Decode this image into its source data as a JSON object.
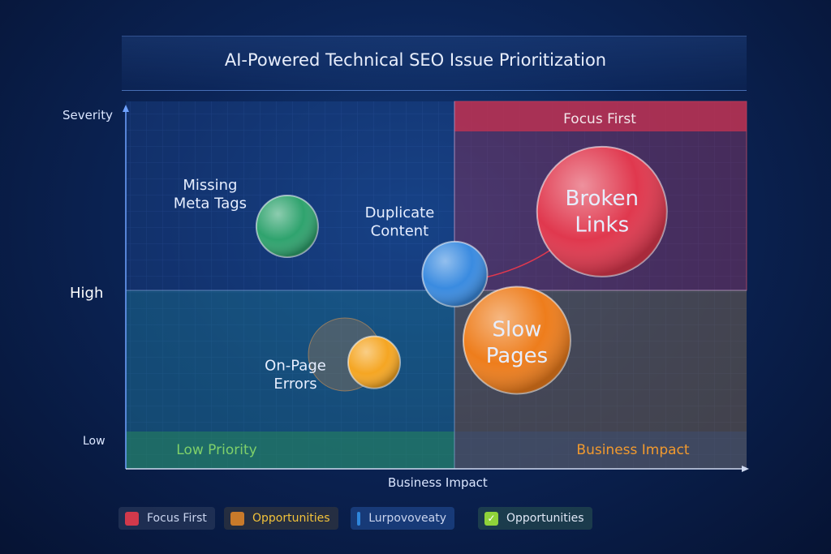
{
  "title": "AI-Powered Technical SEO Issue Prioritization",
  "chart_data": {
    "type": "scatter",
    "title": "AI-Powered Technical SEO Issue Prioritization",
    "xlabel": "Business Impact",
    "ylabel": "Severity",
    "y_tick_labels": [
      "High",
      "Low"
    ],
    "xlim": [
      0,
      100
    ],
    "ylim": [
      0,
      100
    ],
    "quadrants": [
      {
        "name": "Focus First",
        "position": "top-right",
        "color": "#b8304a"
      },
      {
        "name": "Low Priority",
        "position": "bottom-left",
        "color": "#2e8f6a"
      },
      {
        "name": "Business Impact",
        "position": "bottom-right",
        "color": "#c9741f"
      }
    ],
    "points": [
      {
        "label": "Missing Meta Tags",
        "lines": [
          "Missing",
          "Meta Tags"
        ],
        "x": 26,
        "y": 66,
        "size": 38,
        "color": "#2fa36e"
      },
      {
        "label": "Duplicate Content",
        "lines": [
          "Duplicate",
          "Content"
        ],
        "x": 53,
        "y": 53,
        "size": 40,
        "color": "#3a8be0"
      },
      {
        "label": "Broken Links",
        "lines": [
          "Broken",
          "Links"
        ],
        "x": 76.7,
        "y": 70,
        "size": 80,
        "color": "#e0384e"
      },
      {
        "label": "Slow Pages",
        "lines": [
          "Slow",
          "Pages"
        ],
        "x": 63,
        "y": 35,
        "size": 66,
        "color": "#ee7d1c"
      },
      {
        "label": "On-Page Errors",
        "lines": [
          "On-Page",
          "Errors"
        ],
        "x": 40,
        "y": 29,
        "size": 32,
        "color": "#f5a623"
      }
    ]
  },
  "legend": [
    {
      "label": "Focus First",
      "color": "#d2394b",
      "text_color": "#c9d4ee",
      "icon": ""
    },
    {
      "label": "Opportunities",
      "color": "#c97a2a",
      "text_color": "#f2c23a",
      "icon": ""
    },
    {
      "label": "Lurpovoveaty",
      "color": "#2f86dc",
      "text_color": "#c9d4ee",
      "icon": ""
    },
    {
      "label": "Opportunities",
      "color": "#8fd33a",
      "text_color": "#dfe7f5",
      "icon": "✓"
    }
  ]
}
